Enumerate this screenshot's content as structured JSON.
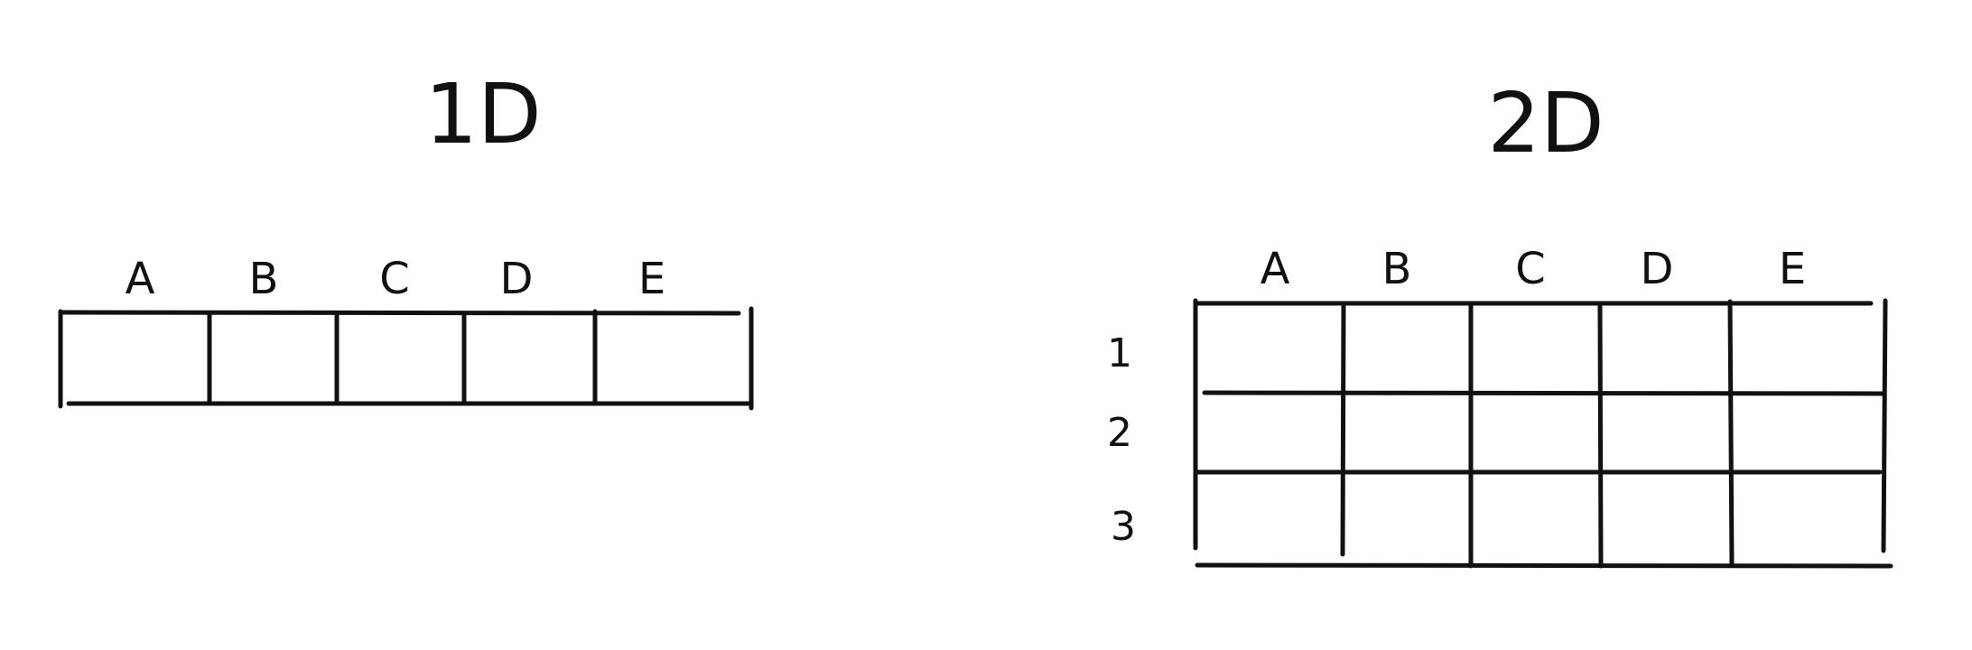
{
  "diagram_1d": {
    "title": "1D",
    "columns": [
      "A",
      "B",
      "C",
      "D",
      "E"
    ]
  },
  "diagram_2d": {
    "title": "2D",
    "columns": [
      "A",
      "B",
      "C",
      "D",
      "E"
    ],
    "rows": [
      "1",
      "2",
      "3"
    ]
  },
  "colors": {
    "ink": "#111111",
    "background": "#ffffff"
  }
}
